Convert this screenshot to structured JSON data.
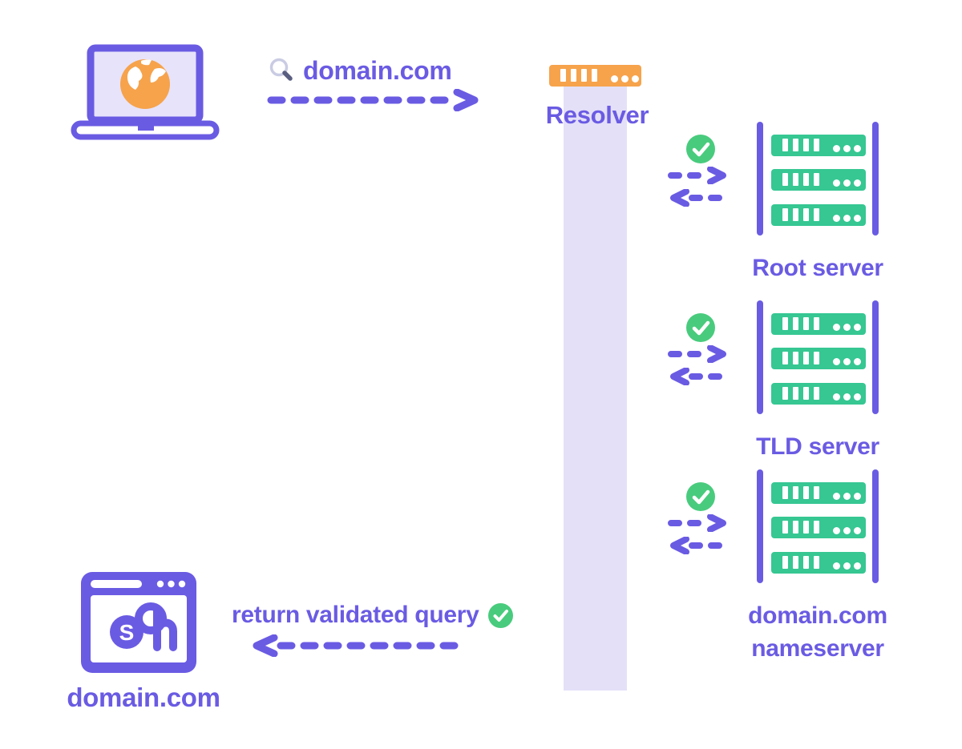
{
  "colors": {
    "purple": "#6A5BE3",
    "lavender_band": "#E4E0F8",
    "screen_lavender": "#E7E3FA",
    "orange": "#F6A34C",
    "check_green": "#49CB7D",
    "server_green": "#36C793"
  },
  "client": {
    "query_label": "domain.com"
  },
  "resolver": {
    "label": "Resolver"
  },
  "servers": [
    {
      "label_line1": "Root server",
      "label_line2": ""
    },
    {
      "label_line1": "TLD server",
      "label_line2": ""
    },
    {
      "label_line1": "domain.com",
      "label_line2": "nameserver"
    }
  ],
  "return_flow": {
    "label": "return validated query"
  },
  "website": {
    "label": "domain.com"
  },
  "icons": {
    "client": "laptop-globe-icon",
    "query": "magnifier-icon",
    "resolver": "server-unit-icon",
    "servers": "server-rack-icon",
    "validated": "check-circle-icon",
    "website": "browser-window-icon",
    "flow_right": "dashed-arrow-right-icon",
    "flow_left": "dashed-arrow-left-icon"
  }
}
